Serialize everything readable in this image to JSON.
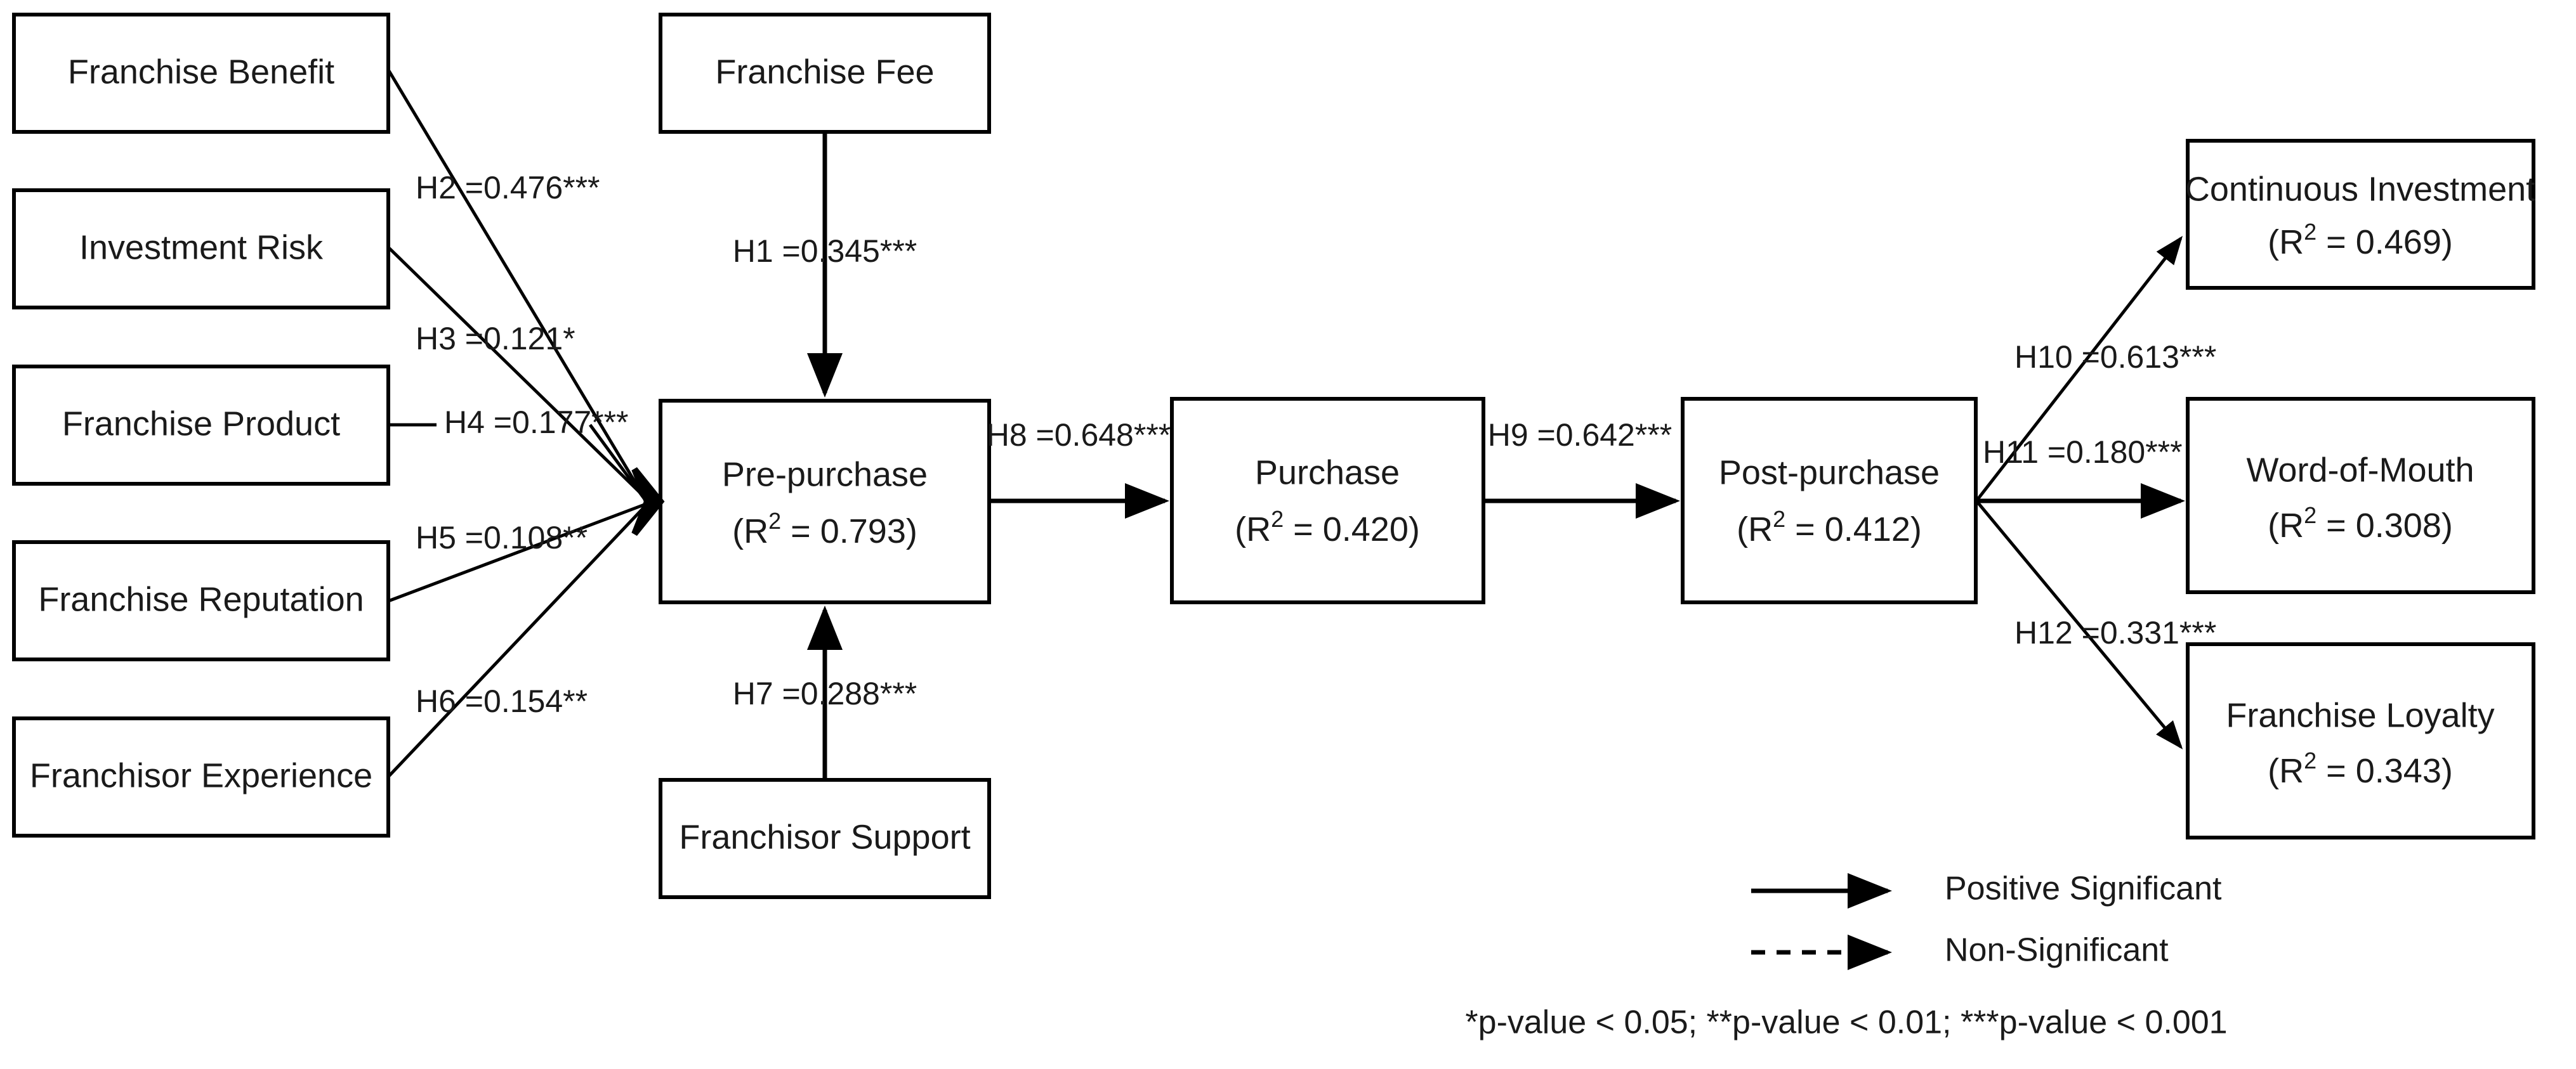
{
  "diagram": {
    "type": "structural-equation-model-path-diagram",
    "background_color": "#ffffff",
    "line_color": "#000000",
    "text_color": "#1a1a1a"
  },
  "exogenous_nodes": [
    {
      "id": "franchise-benefit",
      "label": "Franchise Benefit"
    },
    {
      "id": "investment-risk",
      "label": "Investment Risk"
    },
    {
      "id": "franchise-product",
      "label": "Franchise Product"
    },
    {
      "id": "franchise-reputation",
      "label": "Franchise Reputation"
    },
    {
      "id": "franchisor-experience",
      "label": "Franchisor Experience"
    },
    {
      "id": "franchise-fee",
      "label": "Franchise Fee"
    },
    {
      "id": "franchisor-support",
      "label": "Franchisor Support"
    }
  ],
  "endogenous_nodes": [
    {
      "id": "pre-purchase",
      "label": "Pre-purchase",
      "r2_prefix": "(R",
      "r2_sup": "2",
      "r2_suffix": " = 0.793)",
      "r2_value": 0.793
    },
    {
      "id": "purchase",
      "label": "Purchase",
      "r2_prefix": "(R",
      "r2_sup": "2",
      "r2_suffix": " = 0.420)",
      "r2_value": 0.42
    },
    {
      "id": "post-purchase",
      "label": "Post-purchase",
      "r2_prefix": "(R",
      "r2_sup": "2",
      "r2_suffix": " = 0.412)",
      "r2_value": 0.412
    },
    {
      "id": "continuous-investment",
      "label": "Continuous Investment",
      "r2_prefix": "(R",
      "r2_sup": "2",
      "r2_suffix": " = 0.469)",
      "r2_value": 0.469
    },
    {
      "id": "word-of-mouth",
      "label": "Word-of-Mouth",
      "r2_prefix": "(R",
      "r2_sup": "2",
      "r2_suffix": " = 0.308)",
      "r2_value": 0.308
    },
    {
      "id": "franchise-loyalty",
      "label": "Franchise Loyalty",
      "r2_prefix": "(R",
      "r2_sup": "2",
      "r2_suffix": " = 0.343)",
      "r2_value": 0.343
    }
  ],
  "paths": [
    {
      "id": "h1",
      "label": "H1 =0.345***",
      "hypothesis": "H1",
      "coefficient": 0.345,
      "stars": "***",
      "from": "franchise-fee",
      "to": "pre-purchase",
      "significance": "positive-significant"
    },
    {
      "id": "h2",
      "label": "H2 =0.476***",
      "hypothesis": "H2",
      "coefficient": 0.476,
      "stars": "***",
      "from": "franchise-benefit",
      "to": "pre-purchase",
      "significance": "positive-significant"
    },
    {
      "id": "h3",
      "label": "H3 =0.121*",
      "hypothesis": "H3",
      "coefficient": 0.121,
      "stars": "*",
      "from": "investment-risk",
      "to": "pre-purchase",
      "significance": "positive-significant"
    },
    {
      "id": "h4",
      "label": "H4 =0.177***",
      "hypothesis": "H4",
      "coefficient": 0.177,
      "stars": "***",
      "from": "franchise-product",
      "to": "pre-purchase",
      "significance": "positive-significant"
    },
    {
      "id": "h5",
      "label": "H5 =0.108**",
      "hypothesis": "H5",
      "coefficient": 0.108,
      "stars": "**",
      "from": "franchise-reputation",
      "to": "pre-purchase",
      "significance": "positive-significant"
    },
    {
      "id": "h6",
      "label": "H6 =0.154**",
      "hypothesis": "H6",
      "coefficient": 0.154,
      "stars": "**",
      "from": "franchisor-experience",
      "to": "pre-purchase",
      "significance": "positive-significant"
    },
    {
      "id": "h7",
      "label": "H7 =0.288***",
      "hypothesis": "H7",
      "coefficient": 0.288,
      "stars": "***",
      "from": "franchisor-support",
      "to": "pre-purchase",
      "significance": "positive-significant"
    },
    {
      "id": "h8",
      "label": "H8 =0.648***",
      "hypothesis": "H8",
      "coefficient": 0.648,
      "stars": "***",
      "from": "pre-purchase",
      "to": "purchase",
      "significance": "positive-significant"
    },
    {
      "id": "h9",
      "label": "H9 =0.642***",
      "hypothesis": "H9",
      "coefficient": 0.642,
      "stars": "***",
      "from": "purchase",
      "to": "post-purchase",
      "significance": "positive-significant"
    },
    {
      "id": "h10",
      "label": "H10 =0.613***",
      "hypothesis": "H10",
      "coefficient": 0.613,
      "stars": "***",
      "from": "post-purchase",
      "to": "continuous-investment",
      "significance": "positive-significant"
    },
    {
      "id": "h11",
      "label": "H11 =0.180***",
      "hypothesis": "H11",
      "coefficient": 0.18,
      "stars": "***",
      "from": "post-purchase",
      "to": "word-of-mouth",
      "significance": "positive-significant"
    },
    {
      "id": "h12",
      "label": "H12 =0.331***",
      "hypothesis": "H12",
      "coefficient": 0.331,
      "stars": "***",
      "from": "post-purchase",
      "to": "franchise-loyalty",
      "significance": "positive-significant"
    }
  ],
  "legend": {
    "items": [
      {
        "id": "positive-significant",
        "label": "Positive Significant",
        "style": "solid-arrow"
      },
      {
        "id": "non-significant",
        "label": "Non-Significant",
        "style": "dashed-arrow"
      }
    ]
  },
  "footnote": {
    "text": "*p-value < 0.05;  **p-value < 0.01;  ***p-value < 0.001"
  }
}
